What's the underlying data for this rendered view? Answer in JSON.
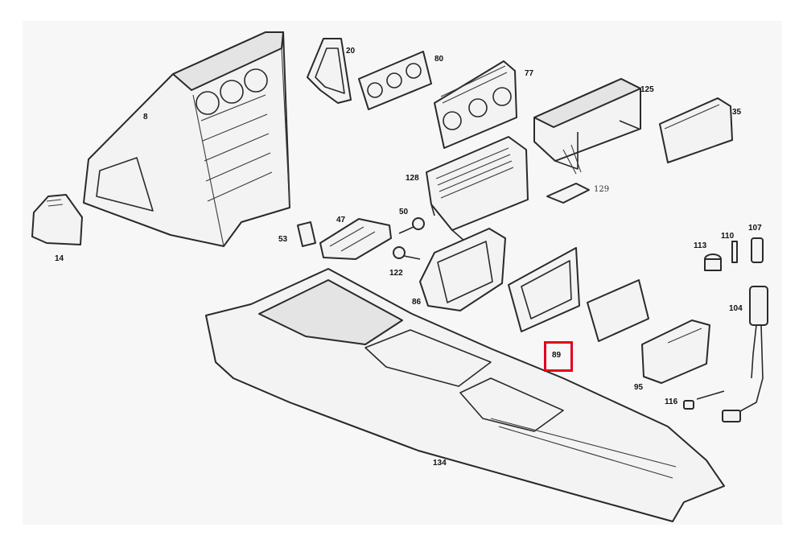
{
  "highlight_color": "#e3001b",
  "callouts": [
    {
      "id": "8",
      "text": "8"
    },
    {
      "id": "14",
      "text": "14"
    },
    {
      "id": "20",
      "text": "20"
    },
    {
      "id": "80",
      "text": "80"
    },
    {
      "id": "77",
      "text": "77"
    },
    {
      "id": "125",
      "text": "125"
    },
    {
      "id": "35",
      "text": "35"
    },
    {
      "id": "128",
      "text": "128"
    },
    {
      "id": "129",
      "text": "129"
    },
    {
      "id": "50",
      "text": "50"
    },
    {
      "id": "47",
      "text": "47"
    },
    {
      "id": "53",
      "text": "53"
    },
    {
      "id": "122",
      "text": "122"
    },
    {
      "id": "86",
      "text": "86"
    },
    {
      "id": "113",
      "text": "113"
    },
    {
      "id": "110",
      "text": "110"
    },
    {
      "id": "107",
      "text": "107"
    },
    {
      "id": "104",
      "text": "104"
    },
    {
      "id": "89",
      "text": "89"
    },
    {
      "id": "95",
      "text": "95"
    },
    {
      "id": "116",
      "text": "116"
    },
    {
      "id": "134",
      "text": "134"
    }
  ],
  "highlighted_callout": "89"
}
